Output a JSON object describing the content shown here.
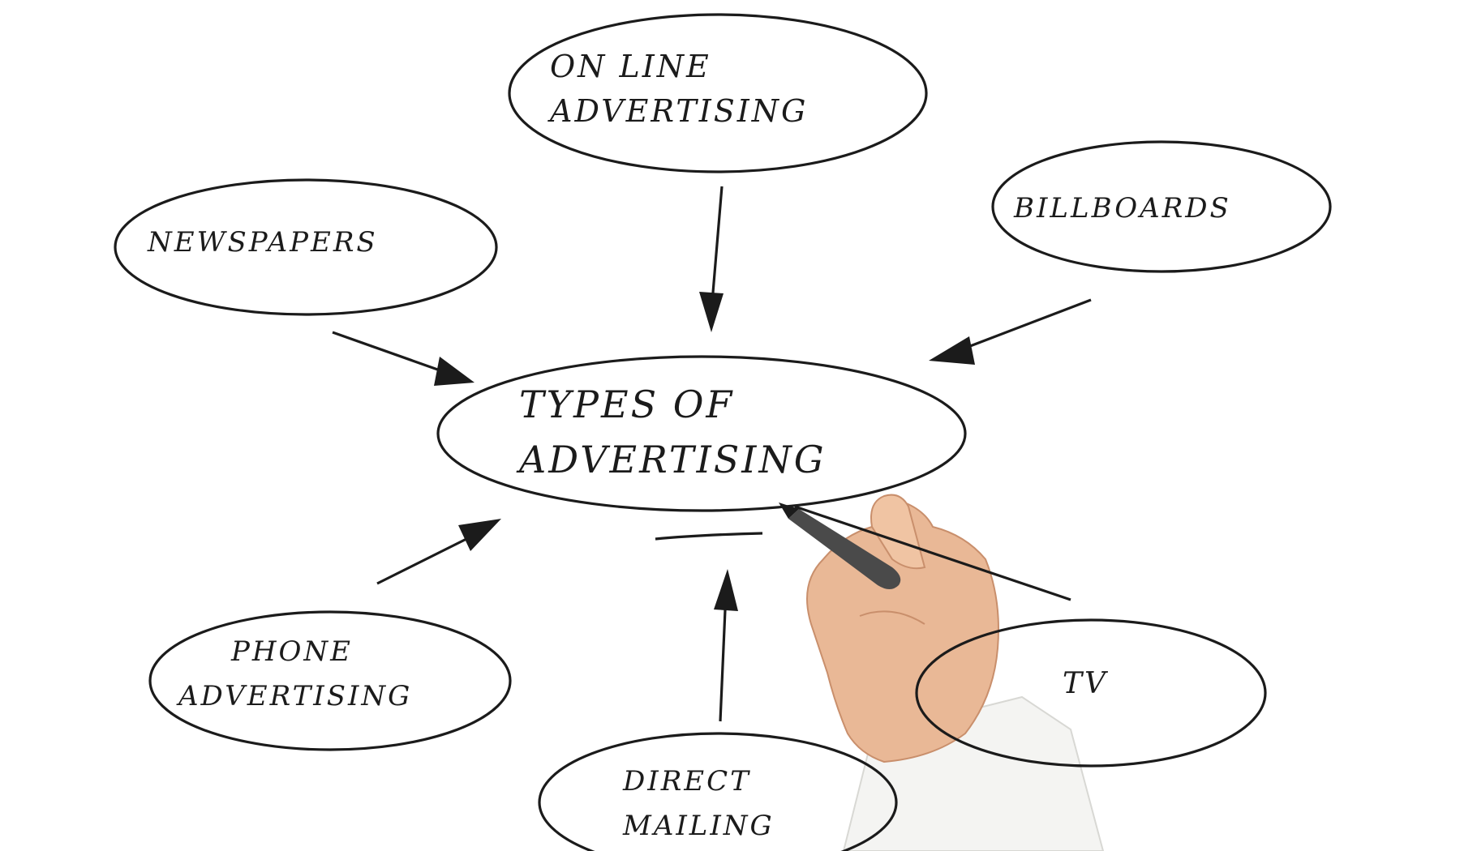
{
  "diagram": {
    "center": {
      "line1": "TYPES OF",
      "line2": "ADVERTISING"
    },
    "nodes": {
      "online": {
        "line1": "ON LINE",
        "line2": "ADVERTISING"
      },
      "newspapers": {
        "label": "NEWSPAPERS"
      },
      "billboards": {
        "label": "BILLBOARDS"
      },
      "phone": {
        "line1": "PHONE",
        "line2": "ADVERTISING"
      },
      "direct": {
        "line1": "DIRECT",
        "line2": "MAILING"
      },
      "tv": {
        "label": "TV"
      }
    }
  },
  "colors": {
    "ink": "#1b1b1b",
    "background": "#ffffff",
    "skin": "#e9b896",
    "sleeve": "#f4f4f2",
    "pen": "#4a4a4a"
  }
}
